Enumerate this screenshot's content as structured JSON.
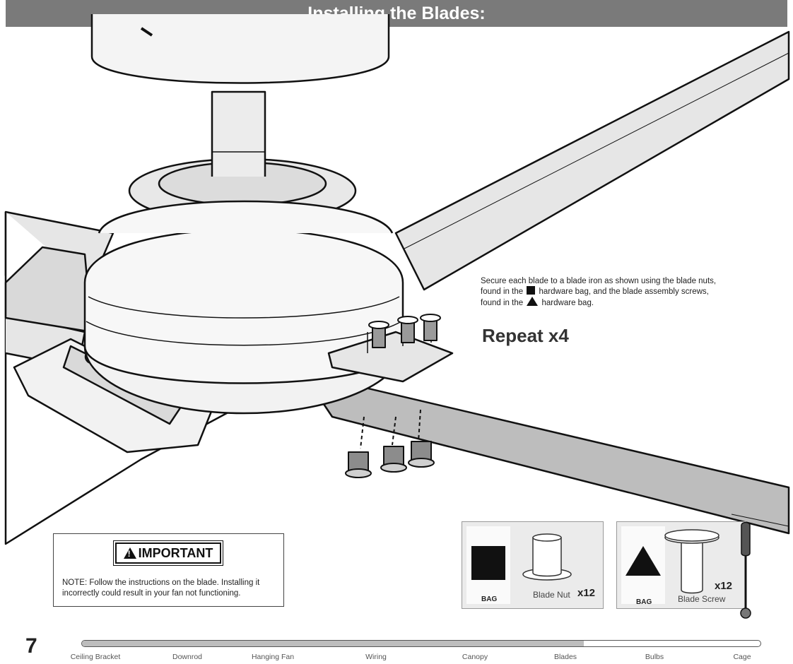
{
  "header": {
    "title": "Installing the Blades:"
  },
  "instructions": {
    "line1": "Secure each blade to a blade iron as shown using the blade nuts,",
    "line2a": "found in the",
    "line2b": "hardware bag, and the blade assembly screws,",
    "line3a": "found in the",
    "line3b": "hardware bag.",
    "repeat": "Repeat x4"
  },
  "important": {
    "badge": "IMPORTANT",
    "note": "NOTE: Follow the instructions on the blade. Installing it incorrectly could result in your fan not functioning."
  },
  "hardware": [
    {
      "bag_label": "BAG",
      "bag_symbol": "square",
      "part": "Blade Nut",
      "qty": "x12"
    },
    {
      "bag_label": "BAG",
      "bag_symbol": "triangle",
      "part": "Blade Screw",
      "qty": "x12"
    }
  ],
  "footer": {
    "page_number": "7",
    "progress": 0.74,
    "steps": [
      "Ceiling Bracket",
      "Downrod",
      "Hanging Fan",
      "Wiring",
      "Canopy",
      "Blades",
      "Bulbs",
      "Cage"
    ]
  }
}
